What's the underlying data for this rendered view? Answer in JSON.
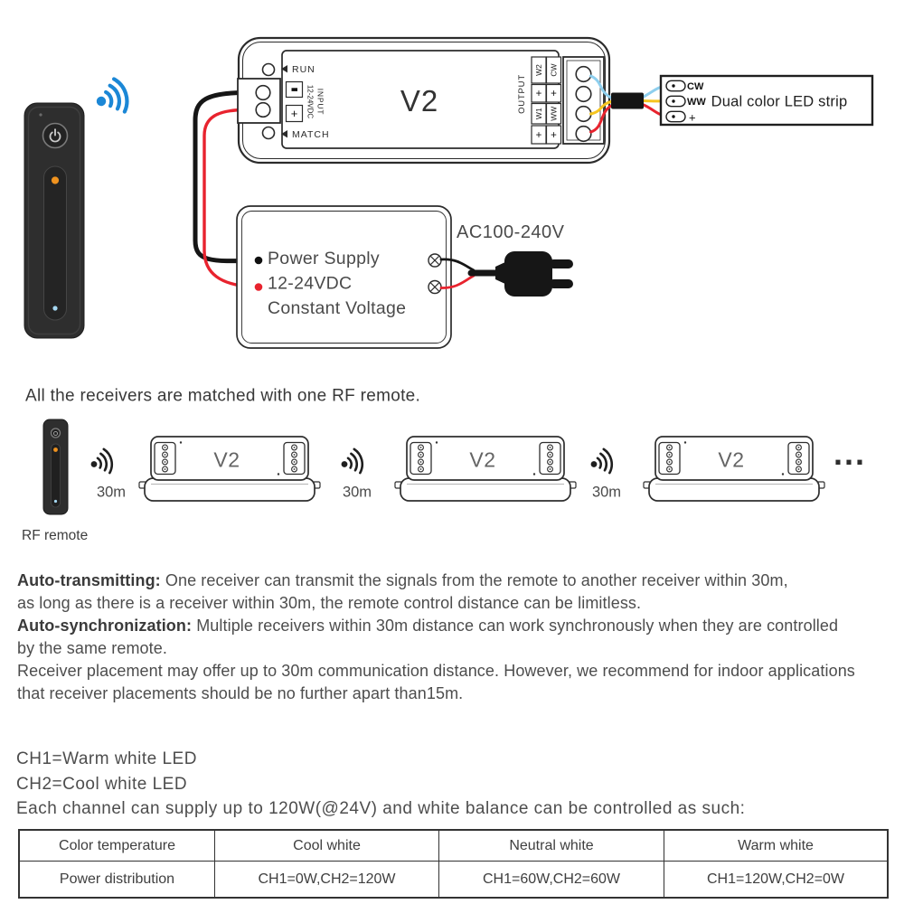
{
  "colors": {
    "wire_black": "#161616",
    "wire_red": "#e8232e",
    "wire_blue": "#8ecfee",
    "wire_yellow": "#f6c51f",
    "rf_blue": "#1b87d6",
    "slider_orange": "#f0931f",
    "slider_blue": "#a5d7f2"
  },
  "wiring": {
    "controller": {
      "model": "V2",
      "run": "RUN",
      "match": "MATCH",
      "input": "INPUT",
      "input_voltage": "12-24VDC",
      "plus": "+",
      "output": "OUTPUT",
      "out_col1": [
        "W2",
        "+",
        "W1",
        "+"
      ],
      "out_col2": [
        "CW",
        "+",
        "WW",
        "+"
      ]
    },
    "led_strip": {
      "title": "Dual color LED strip",
      "pads": [
        "CW",
        "WW",
        "+"
      ]
    },
    "power_supply": {
      "line1": "Power Supply",
      "line2": "12-24VDC",
      "line3": "Constant Voltage",
      "ac_label": "AC100-240V"
    }
  },
  "matching": {
    "heading": "All the receivers are matched with one RF remote.",
    "distance": "30m",
    "receiver_model": "V2",
    "remote_label": "RF remote",
    "ellipsis": "..."
  },
  "notes": {
    "p1_bold": "Auto-transmitting:",
    "p1_line1": " One receiver can transmit the signals from the remote to another receiver within 30m,",
    "p1_line2": "as long as there is a receiver within 30m, the remote control distance can be limitless.",
    "p2_bold": "Auto-synchronization:",
    "p2_line1": " Multiple receivers within 30m distance can work synchronously when they are controlled",
    "p2_line2": "by the same remote.",
    "p3_line1": "Receiver placement may offer up to 30m communication distance. However, we recommend for indoor applications",
    "p3_line2": "that receiver placements should be no further apart than15m."
  },
  "channels": {
    "ch1": "CH1=Warm white LED",
    "ch2": "CH2=Cool white LED",
    "note": "Each channel can supply up to 120W(@24V) and white balance can be controlled as such:"
  },
  "table": {
    "headers": [
      "Color temperature",
      "Cool white",
      "Neutral white",
      "Warm white"
    ],
    "row": [
      "Power distribution",
      "CH1=0W,CH2=120W",
      "CH1=60W,CH2=60W",
      "CH1=120W,CH2=0W"
    ]
  }
}
